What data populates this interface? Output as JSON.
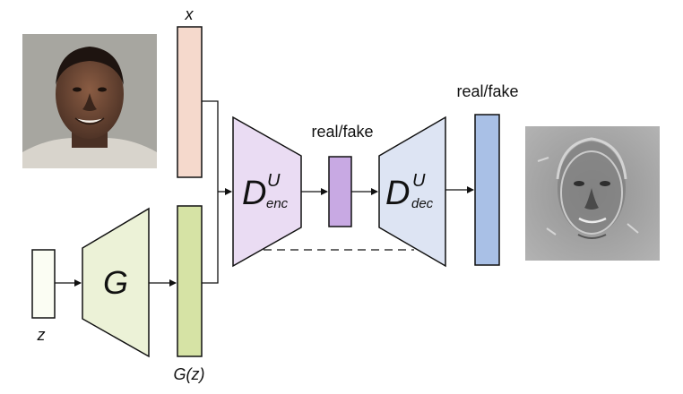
{
  "labels": {
    "x_input": "x",
    "z_input": "z",
    "generator": "G",
    "generator_output": "G(z)",
    "discriminator_main": "D",
    "enc_superscript": "U",
    "enc_subscript": "enc",
    "dec_superscript": "U",
    "dec_subscript": "dec",
    "enc_output": "real/fake",
    "dec_output": "real/fake"
  },
  "images": {
    "input_image": "face-photo",
    "output_image": "per-pixel-decision-map"
  },
  "colors": {
    "z_block": "#fbfdf3",
    "generator": "#ecf2d7",
    "gz_block": "#d6e3a5",
    "x_block": "#f5d9cc",
    "encoder": "#eadcf3",
    "enc_bottleneck": "#c8a9e3",
    "decoder": "#dde4f3",
    "dec_output": "#a9c0e6",
    "stroke": "#111111"
  }
}
